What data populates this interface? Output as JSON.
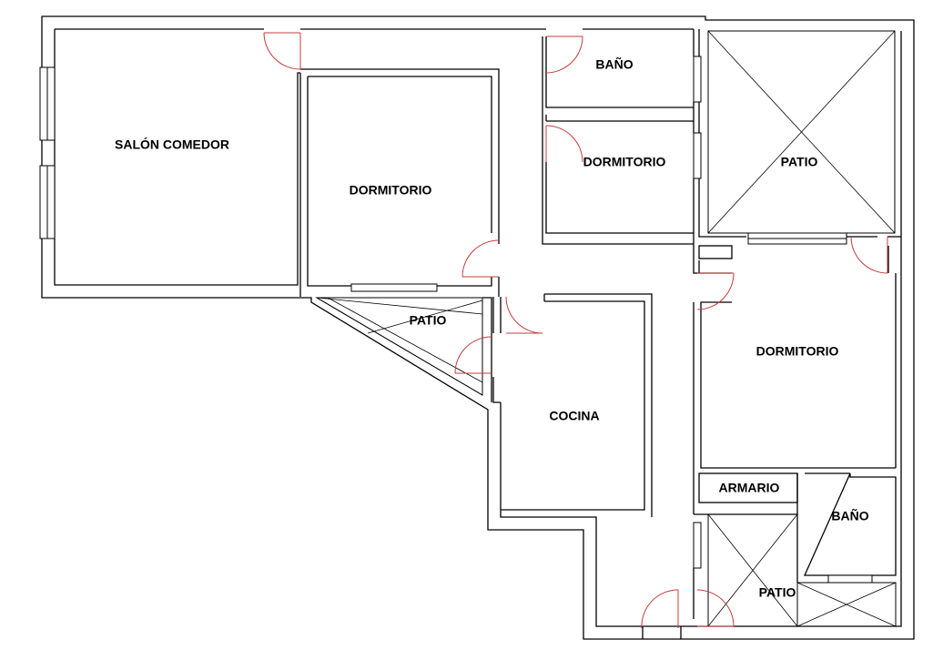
{
  "rooms": {
    "salon_comedor": "SALÓN COMEDOR",
    "dormitorio_1": "DORMITORIO",
    "bano_1": "BAÑO",
    "dormitorio_2": "DORMITORIO",
    "patio_1": "PATIO",
    "patio_2": "PATIO",
    "cocina": "COCINA",
    "dormitorio_3": "DORMITORIO",
    "armario": "ARMARIO",
    "bano_2": "BAÑO",
    "patio_3": "PATIO"
  },
  "colors": {
    "wall": "#000000",
    "door": "#c43c3c",
    "background": "#ffffff"
  }
}
